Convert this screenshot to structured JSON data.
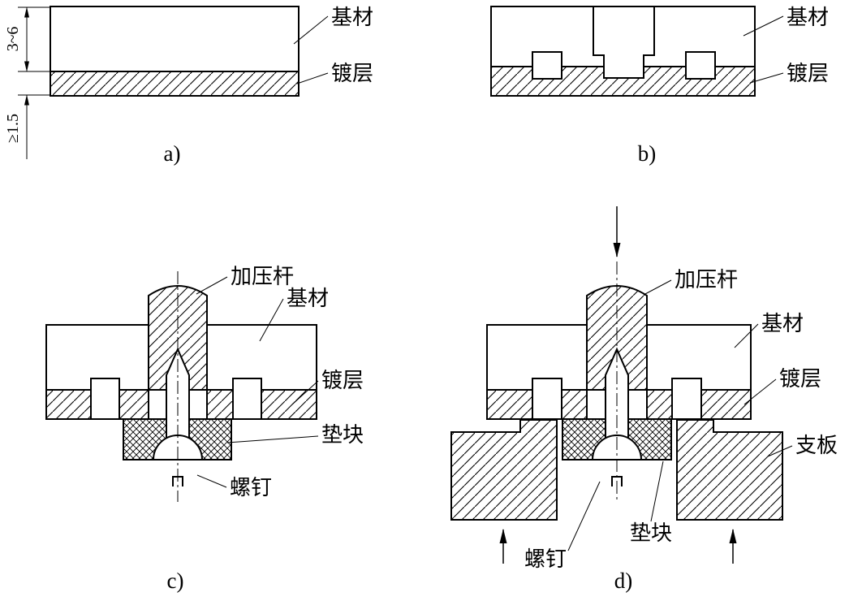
{
  "colors": {
    "line": "#000000",
    "background": "#ffffff"
  },
  "fig_a": {
    "caption": "a)",
    "substrate": "基材",
    "coating": "镀层",
    "dim_substrate_thickness": "3~6",
    "dim_coating_thickness": "≥1.5"
  },
  "fig_b": {
    "caption": "b)",
    "substrate": "基材",
    "coating": "镀层"
  },
  "fig_c": {
    "caption": "c)",
    "pressure_rod": "加压杆",
    "substrate": "基材",
    "coating": "镀层",
    "spacer": "垫块",
    "screw": "螺钉"
  },
  "fig_d": {
    "caption": "d)",
    "pressure_rod": "加压杆",
    "substrate": "基材",
    "coating": "镀层",
    "support_plate": "支板",
    "spacer": "垫块",
    "screw": "螺钉"
  }
}
